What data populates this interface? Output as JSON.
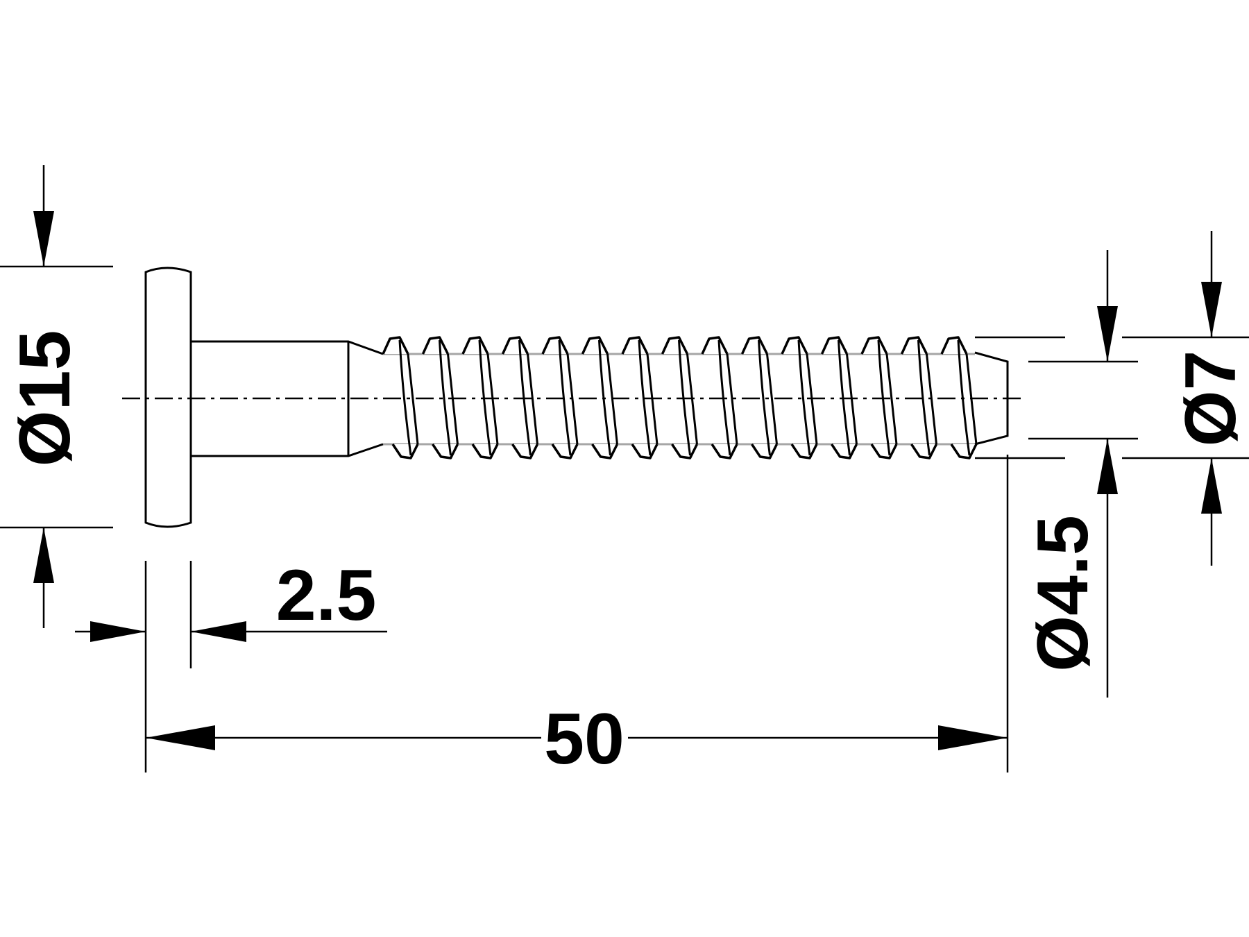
{
  "drawing": {
    "dimensions": {
      "head_diameter": "Ø15",
      "head_thickness": "2.5",
      "overall_length": "50",
      "core_diameter": "Ø4.5",
      "thread_diameter": "Ø7"
    }
  }
}
